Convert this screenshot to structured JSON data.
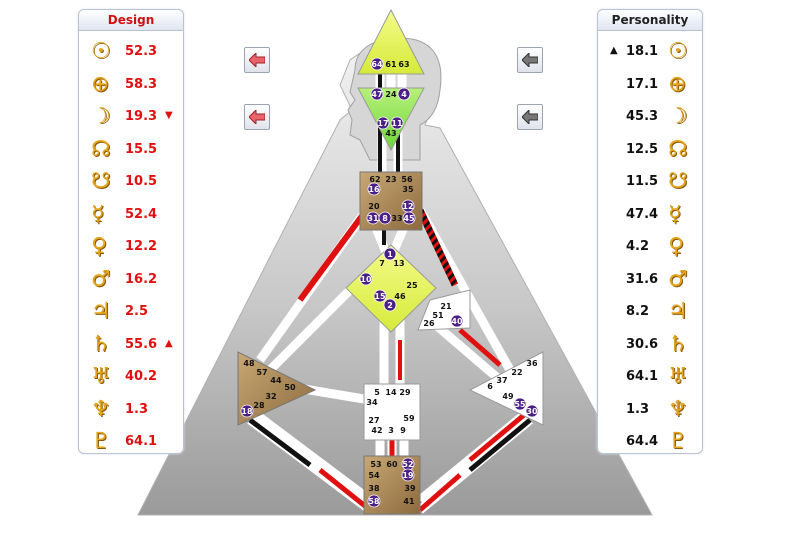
{
  "design": {
    "title": "Design",
    "rows": [
      {
        "icon": "sun-icon",
        "glyph": "☉",
        "value": "52.3",
        "arrow": ""
      },
      {
        "icon": "earth-icon",
        "glyph": "⊕",
        "value": "58.3",
        "arrow": ""
      },
      {
        "icon": "moon-icon",
        "glyph": "☽",
        "value": "19.3",
        "arrow": "▼"
      },
      {
        "icon": "north-node-icon",
        "glyph": "☊",
        "value": "15.5",
        "arrow": ""
      },
      {
        "icon": "south-node-icon",
        "glyph": "☋",
        "value": "10.5",
        "arrow": ""
      },
      {
        "icon": "mercury-icon",
        "glyph": "☿",
        "value": "52.4",
        "arrow": ""
      },
      {
        "icon": "venus-icon",
        "glyph": "♀",
        "value": "12.2",
        "arrow": ""
      },
      {
        "icon": "mars-icon",
        "glyph": "♂",
        "value": "16.2",
        "arrow": ""
      },
      {
        "icon": "jupiter-icon",
        "glyph": "♃",
        "value": "2.5",
        "arrow": ""
      },
      {
        "icon": "saturn-icon",
        "glyph": "♄",
        "value": "55.6",
        "arrow": "▲"
      },
      {
        "icon": "uranus-icon",
        "glyph": "♅",
        "value": "40.2",
        "arrow": ""
      },
      {
        "icon": "neptune-icon",
        "glyph": "♆",
        "value": "1.3",
        "arrow": ""
      },
      {
        "icon": "pluto-icon",
        "glyph": "♇",
        "value": "64.1",
        "arrow": ""
      }
    ]
  },
  "personality": {
    "title": "Personality",
    "rows": [
      {
        "icon": "sun-icon",
        "glyph": "☉",
        "value": "18.1",
        "arrow": "▲"
      },
      {
        "icon": "earth-icon",
        "glyph": "⊕",
        "value": "17.1",
        "arrow": ""
      },
      {
        "icon": "moon-icon",
        "glyph": "☽",
        "value": "45.3",
        "arrow": ""
      },
      {
        "icon": "north-node-icon",
        "glyph": "☊",
        "value": "12.5",
        "arrow": ""
      },
      {
        "icon": "south-node-icon",
        "glyph": "☋",
        "value": "11.5",
        "arrow": ""
      },
      {
        "icon": "mercury-icon",
        "glyph": "☿",
        "value": "47.4",
        "arrow": ""
      },
      {
        "icon": "venus-icon",
        "glyph": "♀",
        "value": "4.2",
        "arrow": ""
      },
      {
        "icon": "mars-icon",
        "glyph": "♂",
        "value": "31.6",
        "arrow": ""
      },
      {
        "icon": "jupiter-icon",
        "glyph": "♃",
        "value": "8.2",
        "arrow": ""
      },
      {
        "icon": "saturn-icon",
        "glyph": "♄",
        "value": "30.6",
        "arrow": ""
      },
      {
        "icon": "uranus-icon",
        "glyph": "♅",
        "value": "64.1",
        "arrow": ""
      },
      {
        "icon": "neptune-icon",
        "glyph": "♆",
        "value": "1.3",
        "arrow": ""
      },
      {
        "icon": "pluto-icon",
        "glyph": "♇",
        "value": "64.4",
        "arrow": ""
      }
    ]
  },
  "colors": {
    "design_red": "#e01010",
    "personality_black": "#111111",
    "gate_active": "#4b1f86",
    "head_fill": "#e6f55a",
    "ajna_fill": "#8fe84a",
    "motor_fill": "#b08a5a",
    "g_fill": "#e6f55a",
    "open_fill": "#ffffff"
  },
  "nav": {
    "design_prev_1": "arrow-left-red-icon",
    "design_prev_2": "arrow-left-red-icon",
    "personality_prev_1": "arrow-left-gray-icon",
    "personality_prev_2": "arrow-left-gray-icon"
  },
  "gates": {
    "head": [
      "64",
      "61",
      "63"
    ],
    "ajna": [
      "47",
      "24",
      "4",
      "17",
      "11",
      "43"
    ],
    "throat": [
      "62",
      "23",
      "56",
      "16",
      "35",
      "20",
      "12",
      "31",
      "8",
      "33",
      "45"
    ],
    "g": [
      "1",
      "7",
      "13",
      "10",
      "25",
      "15",
      "46",
      "2"
    ],
    "ego": [
      "21",
      "51",
      "26",
      "40"
    ],
    "spleen": [
      "48",
      "57",
      "44",
      "50",
      "32",
      "28",
      "18"
    ],
    "sacral": [
      "5",
      "14",
      "29",
      "34",
      "27",
      "59",
      "42",
      "3",
      "9"
    ],
    "solar": [
      "36",
      "22",
      "37",
      "6",
      "49",
      "55",
      "30"
    ],
    "root": [
      "53",
      "60",
      "52",
      "54",
      "19",
      "38",
      "39",
      "58",
      "41"
    ]
  },
  "active_gates": [
    "64",
    "47",
    "4",
    "17",
    "11",
    "16",
    "12",
    "31",
    "8",
    "45",
    "1",
    "10",
    "15",
    "2",
    "40",
    "18",
    "55",
    "30",
    "52",
    "19",
    "58"
  ]
}
